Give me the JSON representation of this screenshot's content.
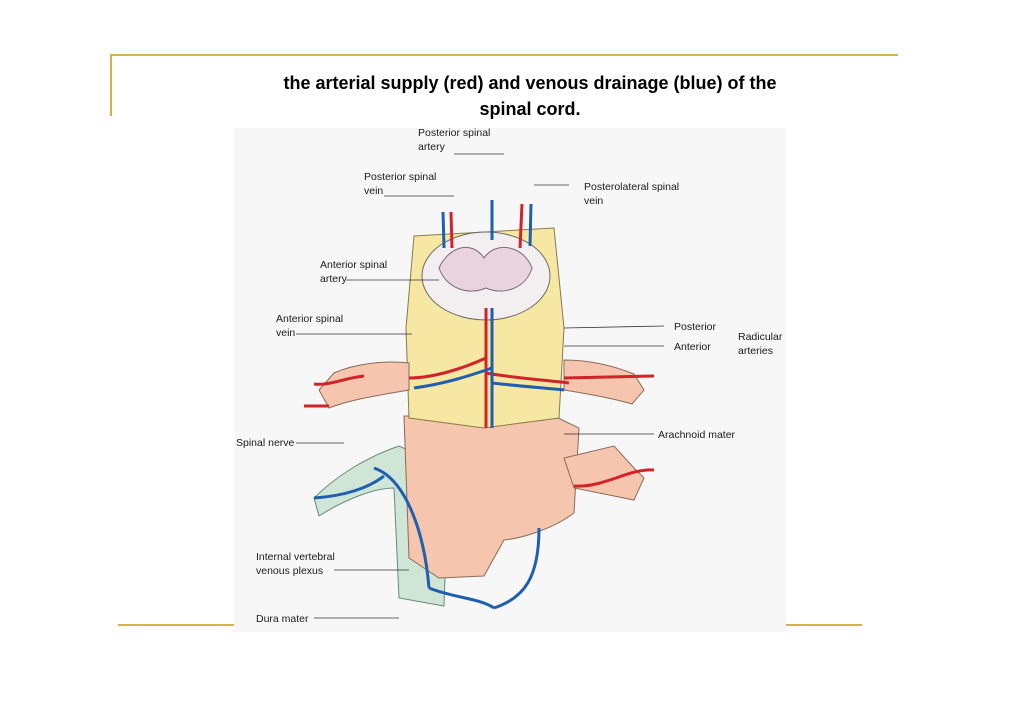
{
  "slide": {
    "title_line1": "the arterial supply (red) and venous drainage (blue) of the",
    "title_line2": "spinal cord."
  },
  "diagram": {
    "labels": {
      "posterior_spinal_artery_1": "Posterior spinal",
      "posterior_spinal_artery_2": "artery",
      "posterior_spinal_vein_1": "Posterior spinal",
      "posterior_spinal_vein_2": "vein",
      "posterolateral_spinal_vein_1": "Posterolateral spinal",
      "posterolateral_spinal_vein_2": "vein",
      "anterior_spinal_artery_1": "Anterior spinal",
      "anterior_spinal_artery_2": "artery",
      "anterior_spinal_vein_1": "Anterior spinal",
      "anterior_spinal_vein_2": "vein",
      "posterior": "Posterior",
      "anterior": "Anterior",
      "radicular_arteries_1": "Radicular",
      "radicular_arteries_2": "arteries",
      "arachnoid_mater": "Arachnoid mater",
      "spinal_nerve": "Spinal nerve",
      "internal_vertebral_venous_plexus_1": "Internal vertebral",
      "internal_vertebral_venous_plexus_2": "venous plexus",
      "dura_mater": "Dura mater"
    },
    "colors": {
      "artery": "#d2232a",
      "vein": "#1f5fb0",
      "cord": "#f6e7a3",
      "dura": "#f5c5ae",
      "plexus": "#cfe6d6"
    }
  }
}
